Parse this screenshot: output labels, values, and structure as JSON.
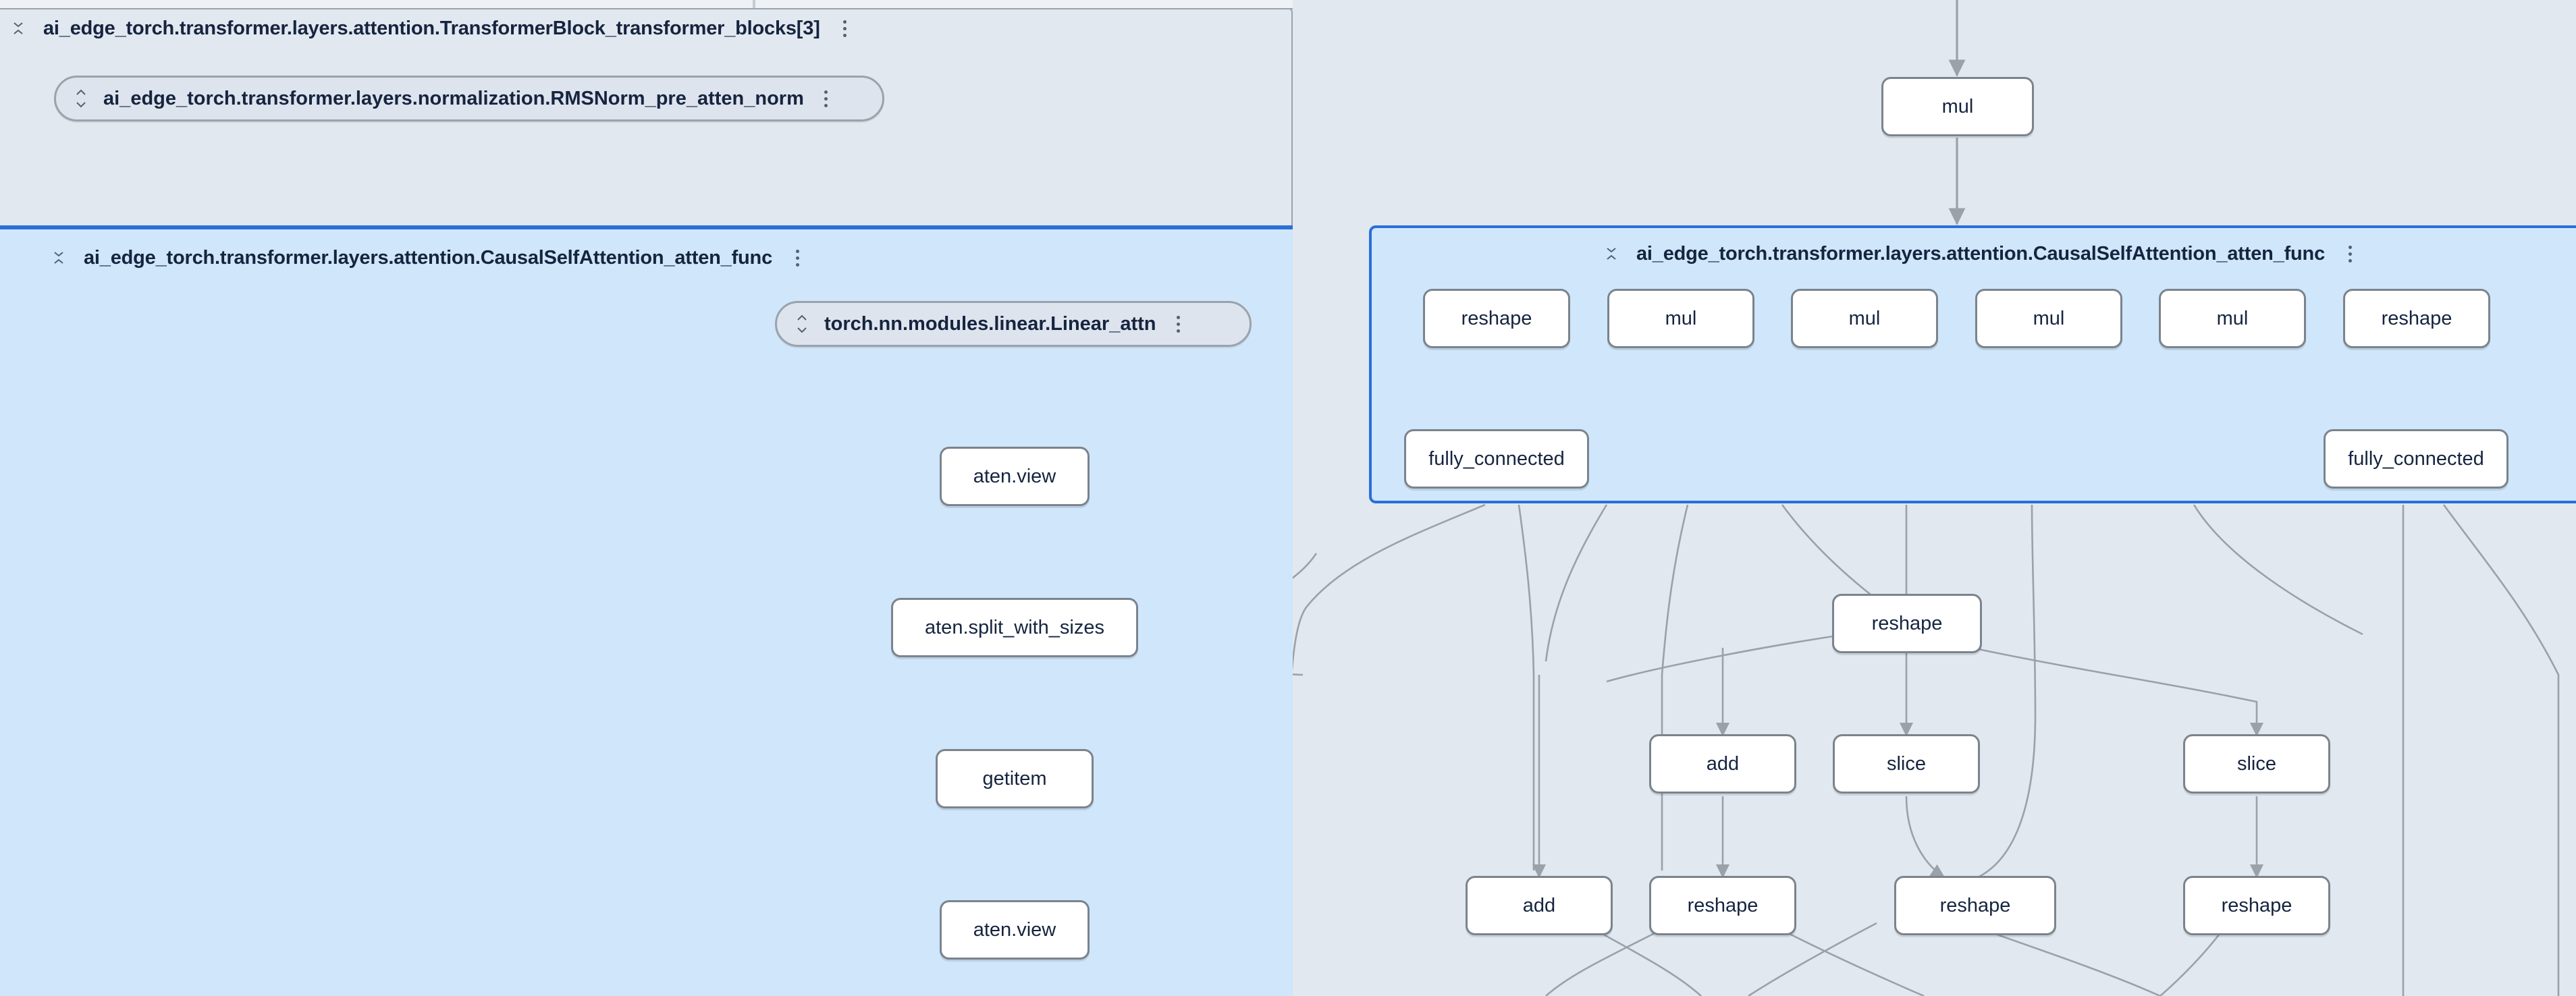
{
  "app": {
    "name": "model-graph-explorer",
    "canvas_background": "#e1e8f0",
    "selected_group_fill": "#cfe6fb",
    "selected_group_border": "#2b6fd8",
    "node_fill": "#ffffff",
    "node_border": "#7b838c",
    "pill_fill": "#dde4ee",
    "edge_color": "#9aa1a8",
    "text_color": "#16243f"
  },
  "icons": {
    "collapse": "collapse-icon",
    "expand": "expand-icon",
    "menu": "kebab-menu-icon"
  },
  "left_panel": {
    "header": {
      "label": "ai_edge_torch.transformer.layers.attention.TransformerBlock_transformer_blocks[3]",
      "collapse_icon": "collapse-icon",
      "menu_icon": "kebab-menu-icon"
    },
    "pill": {
      "label": "ai_edge_torch.transformer.layers.normalization.RMSNorm_pre_atten_norm",
      "expand_icon": "expand-icon",
      "menu_icon": "kebab-menu-icon"
    },
    "selected_group": {
      "label": "ai_edge_torch.transformer.layers.attention.CausalSelfAttention_atten_func",
      "collapse_icon": "collapse-icon",
      "menu_icon": "kebab-menu-icon",
      "pill": {
        "label": "torch.nn.modules.linear.Linear_attn",
        "expand_icon": "expand-icon",
        "menu_icon": "kebab-menu-icon"
      },
      "nodes": [
        {
          "label": "aten.view"
        },
        {
          "label": "aten.split_with_sizes"
        },
        {
          "label": "getitem"
        },
        {
          "label": "aten.view"
        }
      ]
    }
  },
  "right_panel": {
    "top_node": {
      "label": "mul"
    },
    "selected_group": {
      "label": "ai_edge_torch.transformer.layers.attention.CausalSelfAttention_atten_func",
      "collapse_icon": "collapse-icon",
      "menu_icon": "kebab-menu-icon",
      "row_nodes": [
        {
          "label": "reshape"
        },
        {
          "label": "mul"
        },
        {
          "label": "mul"
        },
        {
          "label": "mul"
        },
        {
          "label": "mul"
        },
        {
          "label": "reshape"
        }
      ],
      "output_nodes": [
        {
          "label": "fully_connected"
        },
        {
          "label": "fully_connected"
        }
      ]
    },
    "below_nodes": {
      "row1": [
        {
          "label": "reshape"
        }
      ],
      "row2": [
        {
          "label": "add"
        },
        {
          "label": "slice"
        },
        {
          "label": "slice"
        }
      ],
      "row3": [
        {
          "label": "add"
        },
        {
          "label": "reshape"
        },
        {
          "label": "reshape"
        },
        {
          "label": "reshape"
        }
      ]
    }
  }
}
